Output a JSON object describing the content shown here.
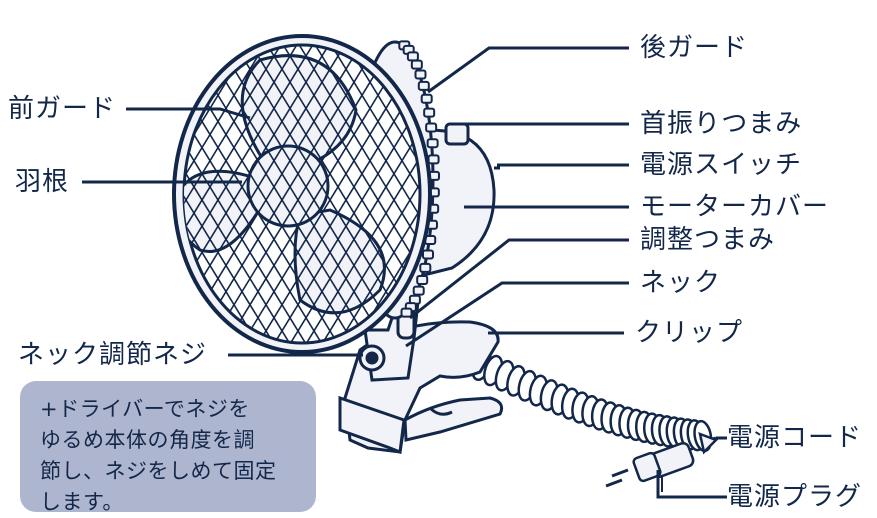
{
  "labels": {
    "rear_guard": "後ガード",
    "front_guard": "前ガード",
    "oscillation_knob": "首振りつまみ",
    "blade": "羽根",
    "power_switch": "電源スイッチ",
    "motor_cover": "モーターカバー",
    "adjust_knob": "調整つまみ",
    "neck": "ネック",
    "clip": "クリップ",
    "neck_screw": "ネック調節ネジ",
    "power_cord": "電源コード",
    "power_plug": "電源プラグ"
  },
  "note": "+ドライバーでネジを\nゆるめ本体の角度を調\n節し、ネジをしめて固定\nします。",
  "colors": {
    "ink": "#13274a",
    "body_fill": "#f1f3f8",
    "note_bg": "#aeb6cf"
  }
}
